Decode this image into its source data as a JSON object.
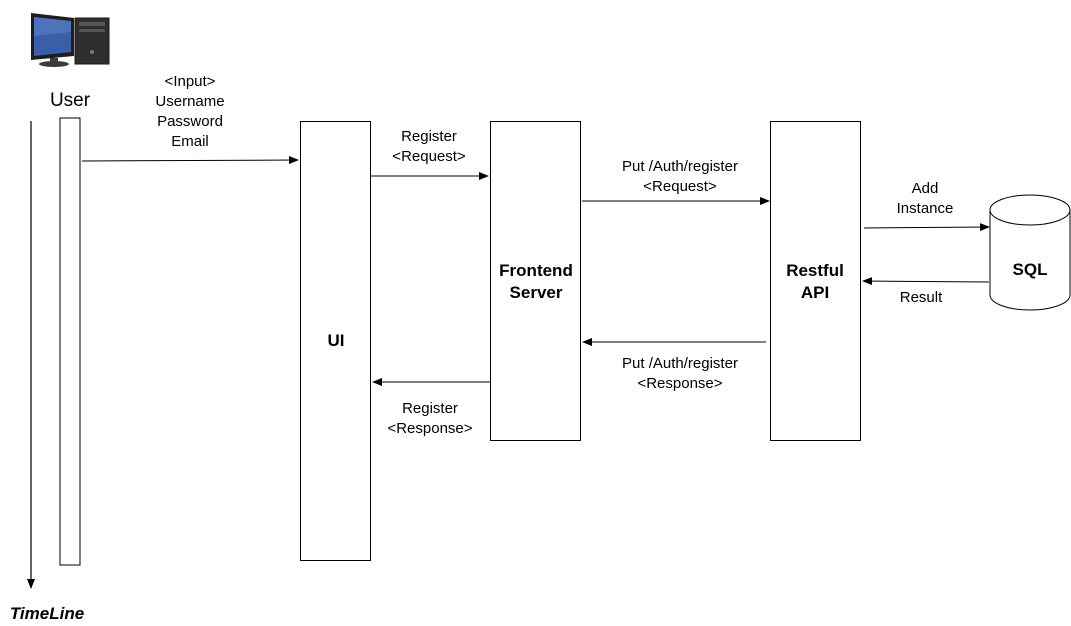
{
  "user": {
    "label": "User",
    "icon": "desktop-computer-icon"
  },
  "timeline": {
    "label": "TimeLine"
  },
  "lifelines": {
    "ui": {
      "title": [
        "UI"
      ]
    },
    "frontend": {
      "title": [
        "Frontend",
        "Server"
      ]
    },
    "api": {
      "title": [
        "Restful",
        "API"
      ]
    },
    "sql": {
      "title": [
        "SQL"
      ]
    }
  },
  "messages": {
    "user_to_ui": [
      "<Input>",
      "Username",
      "Password",
      "Email"
    ],
    "ui_to_frontend": [
      "Register",
      "<Request>"
    ],
    "frontend_to_api": [
      "Put /Auth/register",
      "<Request>"
    ],
    "api_to_sql": [
      "Add",
      "Instance"
    ],
    "sql_to_api": [
      "Result"
    ],
    "api_to_frontend": [
      "Put /Auth/register",
      "<Response>"
    ],
    "frontend_to_ui": [
      "Register",
      "<Response>"
    ]
  },
  "colors": {
    "stroke": "#000000",
    "background": "#ffffff",
    "monitor_screen": "#3a5fa8",
    "tower": "#2e2e2e"
  }
}
